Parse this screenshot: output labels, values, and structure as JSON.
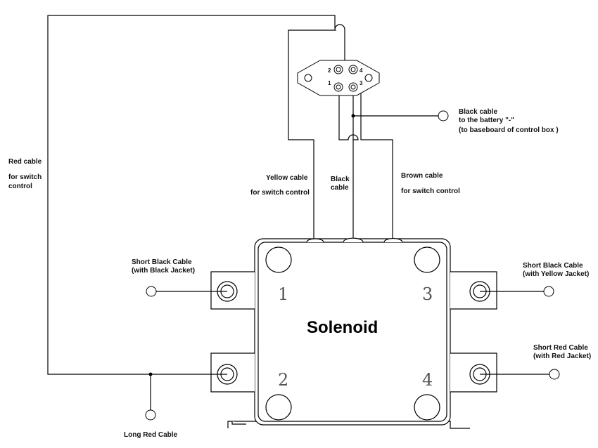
{
  "connector": {
    "pins": [
      "2",
      "4",
      "1",
      "3"
    ]
  },
  "labels": {
    "black_cable_battery": [
      "Black cable",
      "to the battery \"-\"",
      "(to baseboard of control box )"
    ],
    "red_cable": [
      "Red cable",
      "for switch",
      "control"
    ],
    "yellow_cable": [
      "Yellow cable",
      "for switch control"
    ],
    "black_cable": [
      "Black",
      "cable"
    ],
    "brown_cable": [
      "Brown cable",
      "for switch control"
    ],
    "short_black_left": [
      "Short Black Cable",
      "(with Black Jacket)"
    ],
    "short_black_right": [
      "Short Black Cable",
      "(with Yellow Jacket)"
    ],
    "short_red_right": [
      "Short Red Cable",
      "(with Red Jacket)"
    ],
    "long_red": "Long Red Cable"
  },
  "solenoid": {
    "title": "Solenoid",
    "terminals": [
      "1",
      "3",
      "2",
      "4"
    ]
  }
}
